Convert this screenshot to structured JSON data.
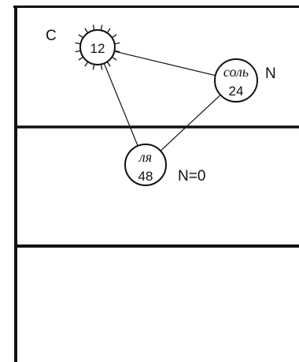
{
  "diagram": {
    "nodes": [
      {
        "id": "c",
        "number": "12",
        "note": "",
        "outer_label": "C",
        "rayed": true
      },
      {
        "id": "sol",
        "number": "24",
        "note": "соль",
        "outer_label": "N",
        "rayed": false
      },
      {
        "id": "la",
        "number": "48",
        "note": "ля",
        "outer_label": "N=0",
        "rayed": false
      }
    ],
    "edges": [
      {
        "from": "c",
        "to": "sol"
      },
      {
        "from": "c",
        "to": "la"
      },
      {
        "from": "sol",
        "to": "la"
      }
    ]
  }
}
